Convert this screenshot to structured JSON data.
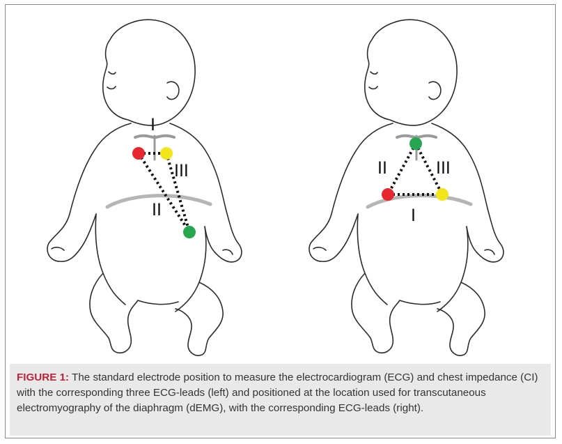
{
  "figure": {
    "leads_left": {
      "lead1": "I",
      "lead2": "II",
      "lead3": "III"
    },
    "leads_right": {
      "lead1": "I",
      "lead2": "II",
      "lead3": "III"
    },
    "colors": {
      "electrode_red": "#e8262f",
      "electrode_yellow": "#f2e51b",
      "electrode_green": "#27a651",
      "skeleton_gray": "#b5b5b5",
      "outline": "#2b2b2b"
    }
  },
  "caption": {
    "label": "FIGURE 1:",
    "text": " The standard electrode position to measure the electrocardiogram (ECG) and chest impedance (CI) with the corresponding three ECG-leads (left) and positioned at the location used for transcutaneous electromyography of the diaphragm (dEMG), with the corresponding ECG-leads (right)."
  }
}
